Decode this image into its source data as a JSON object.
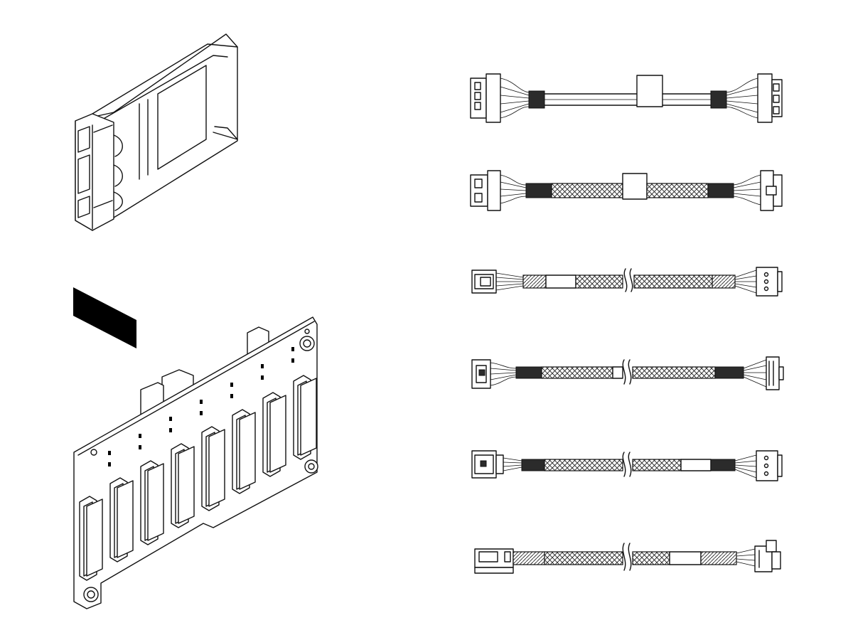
{
  "figure": {
    "items": [
      {
        "id": "drive-bay-filler",
        "kind": "bay-filler"
      },
      {
        "id": "backplane-label-block",
        "kind": "black-tab"
      },
      {
        "id": "drive-backplane",
        "kind": "backplane",
        "connector_count": 8
      },
      {
        "id": "cable-1",
        "kind": "power-cable"
      },
      {
        "id": "cable-2",
        "kind": "power-cable-braided"
      },
      {
        "id": "cable-3",
        "kind": "signal-cable"
      },
      {
        "id": "cable-4",
        "kind": "signal-cable"
      },
      {
        "id": "cable-5",
        "kind": "signal-cable"
      },
      {
        "id": "cable-6",
        "kind": "signal-cable"
      }
    ]
  },
  "colors": {
    "line": "#111111",
    "background": "#ffffff",
    "dark": "#2b2b2b"
  }
}
